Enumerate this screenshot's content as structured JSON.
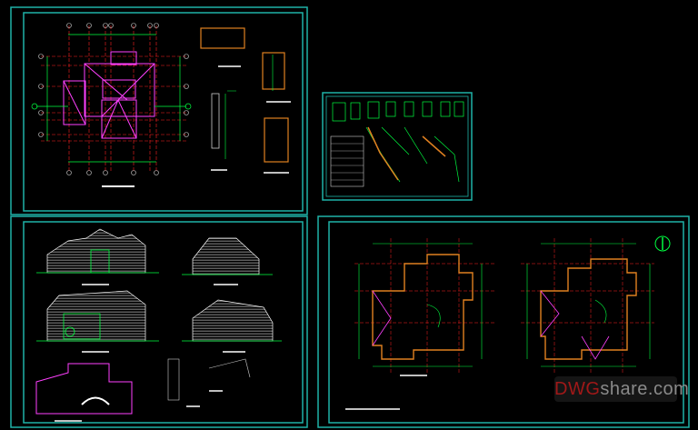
{
  "viewer": {
    "background": "#000000",
    "frame_color": "#1fb3a8"
  },
  "watermark": {
    "prefix": "DWG",
    "suffix": "share.com",
    "prefix_color": "#a01818"
  },
  "sheets": [
    {
      "id": "roof-plan-and-bathroom-details"
    },
    {
      "id": "details-sheet"
    },
    {
      "id": "elevations-and-sections"
    },
    {
      "id": "floor-plans"
    }
  ],
  "colors": {
    "wall": "#ff00ff",
    "axis": "#ff2020",
    "dimension": "#00ff40",
    "text": "#ffffff",
    "orange": "#e08020",
    "cyan": "#00e0ff"
  }
}
